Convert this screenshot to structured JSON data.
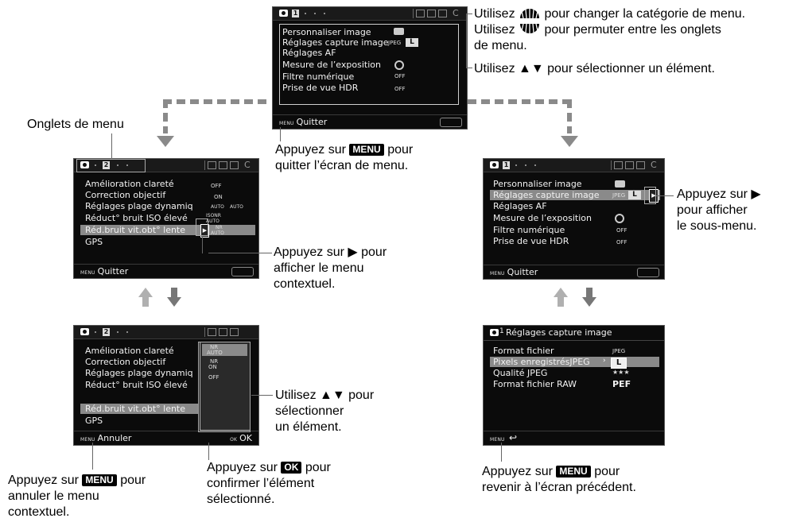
{
  "screen_top": {
    "tab_num": "1",
    "items": [
      "Personnaliser image",
      "Réglages capture image",
      "Réglages AF",
      "Mesure de l’exposition",
      "Filtre numérique",
      "Prise de vue HDR"
    ],
    "values": {
      "jpeg": "JPEG",
      "size": "L",
      "off1": "OFF",
      "off2": "OFF"
    },
    "footer_menu": "MENU",
    "footer_label": "Quitter"
  },
  "screen_left": {
    "tab_num": "2",
    "items": [
      "Amélioration clareté",
      "Correction objectif",
      "Réglages plage dynamiq",
      "Réduct° bruit ISO élevé",
      "Réd.bruit vit.obt° lente",
      "GPS"
    ],
    "values": {
      "v1": "OFF",
      "v2": "ON",
      "v3a": "AUTO",
      "v3b": "AUTO",
      "v4a": "ISONR",
      "v4b": "AUTO",
      "v5a": "NR",
      "v5b": "AUTO"
    },
    "footer_menu": "MENU",
    "footer_label": "Quitter"
  },
  "screen_popup": {
    "tab_num": "2",
    "items": [
      "Amélioration clareté",
      "Correction objectif",
      "Réglages plage dynamiq",
      "Réduct° bruit ISO élevé",
      "Réd.bruit vit.obt° lente",
      "GPS"
    ],
    "popup": {
      "o1a": "NR",
      "o1b": "AUTO",
      "o2a": "NR",
      "o2b": "ON",
      "o3": "OFF"
    },
    "footer_menu": "MENU",
    "footer_label": "Annuler",
    "footer_ok_small": "OK",
    "footer_ok": "OK"
  },
  "screen_right": {
    "tab_num": "1",
    "items": [
      "Personnaliser image",
      "Réglages capture image",
      "Réglages AF",
      "Mesure de l’exposition",
      "Filtre numérique",
      "Prise de vue HDR"
    ],
    "values": {
      "jpeg": "JPEG",
      "size": "L",
      "off1": "OFF",
      "off2": "OFF"
    },
    "footer_menu": "MENU",
    "footer_label": "Quitter"
  },
  "screen_sub": {
    "title": "Réglages capture image",
    "tab_num": "1",
    "rows": [
      {
        "label": "Format fichier",
        "value": "JPEG"
      },
      {
        "label": "Pixels enregistrésJPEG",
        "value": "L"
      },
      {
        "label": "Qualité JPEG",
        "value": "★★★"
      },
      {
        "label": "Format fichier RAW",
        "value": "PEF"
      }
    ],
    "footer_menu": "MENU"
  },
  "annotations": {
    "tr_line1_a": "Utilisez",
    "tr_line1_b": "pour changer la catégorie de menu.",
    "tr_line2_a": "Utilisez",
    "tr_line2_b": "pour permuter entre les onglets",
    "tr_line3": "de menu.",
    "tr_line4": "Utilisez ▲▼ pour sélectionner un élément.",
    "onglets": "Onglets de menu",
    "quit_a": "Appuyez sur",
    "quit_badge": "MENU",
    "quit_b": "pour",
    "quit_c": "quitter l’écran de menu.",
    "ctx_1": "Appuyez sur ▶ pour",
    "ctx_2": "afficher le menu",
    "ctx_3": "contextuel.",
    "sub_1": "Appuyez sur ▶",
    "sub_2": "pour afficher",
    "sub_3": "le sous-menu.",
    "sel_1": "Utilisez ▲▼ pour",
    "sel_2": "sélectionner",
    "sel_3": "un élément.",
    "cancel_a": "Appuyez sur",
    "cancel_badge": "MENU",
    "cancel_b": "pour",
    "cancel_c": "annuler le menu",
    "cancel_d": "contextuel.",
    "ok_a": "Appuyez sur",
    "ok_badge": "OK",
    "ok_b": "pour",
    "ok_c": "confirmer l’élément",
    "ok_d": "sélectionné.",
    "back_a": "Appuyez sur",
    "back_badge": "MENU",
    "back_b": "pour",
    "back_c": "revenir à l’écran précédent."
  }
}
